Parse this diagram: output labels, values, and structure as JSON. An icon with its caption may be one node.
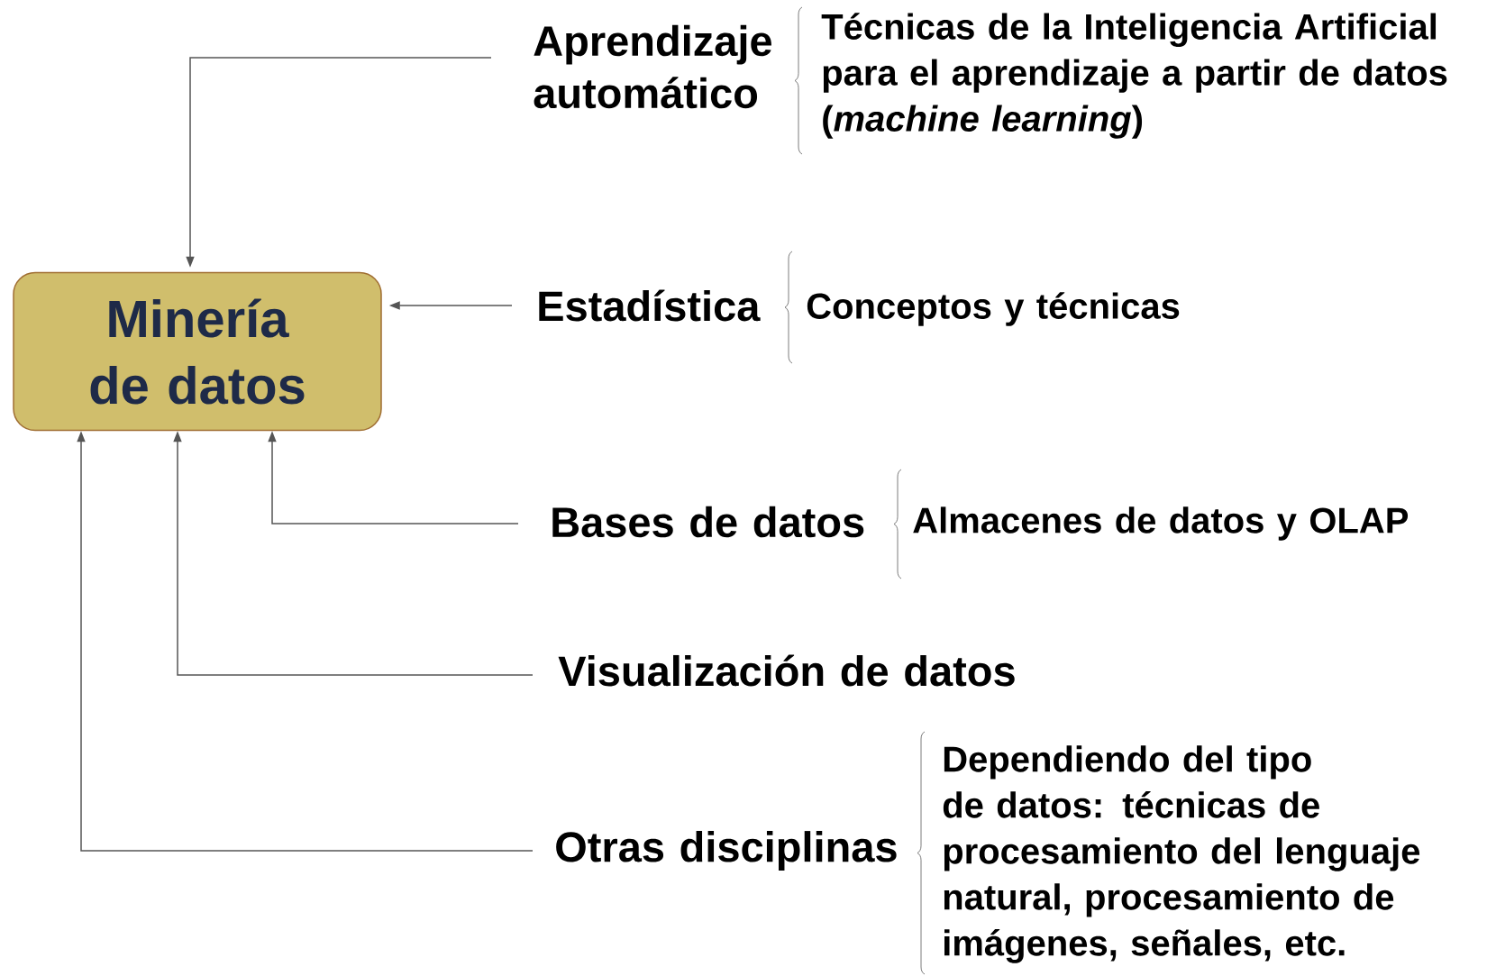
{
  "diagram": {
    "nodes": [
      {
        "text": [
          "Minería de datos"
        ]
      },
      {
        "text": [
          "Aprendizaje automático"
        ],
        "beside": [
          "Técnicas de la Inteligencia Artificial para el aprendizaje a partir de datos (*machine learning*)"
        ]
      },
      {
        "text": [
          "Estadística"
        ],
        "beside": [
          "Conceptos y técnicas"
        ]
      },
      {
        "text": [
          "Bases de datos"
        ],
        "beside": [
          "Almacenes de datos y OLAP"
        ]
      },
      {
        "text": [
          "Visualización de datos"
        ]
      },
      {
        "text": [
          "Otras disciplinas"
        ],
        "beside": [
          "Dependiendo del tipo de datos: técnicas de procesamiento del lenguaje natural, procesamiento de imágenes, señales, etc."
        ]
      }
    ],
    "edges": [
      {
        "from": 1,
        "to": 0,
        "arrow": "to"
      },
      {
        "from": 2,
        "to": 0,
        "arrow": "to"
      },
      {
        "from": 3,
        "to": 0,
        "arrow": "to"
      },
      {
        "from": 4,
        "to": 0,
        "arrow": "to"
      },
      {
        "from": 5,
        "to": 0,
        "arrow": "to"
      }
    ]
  }
}
